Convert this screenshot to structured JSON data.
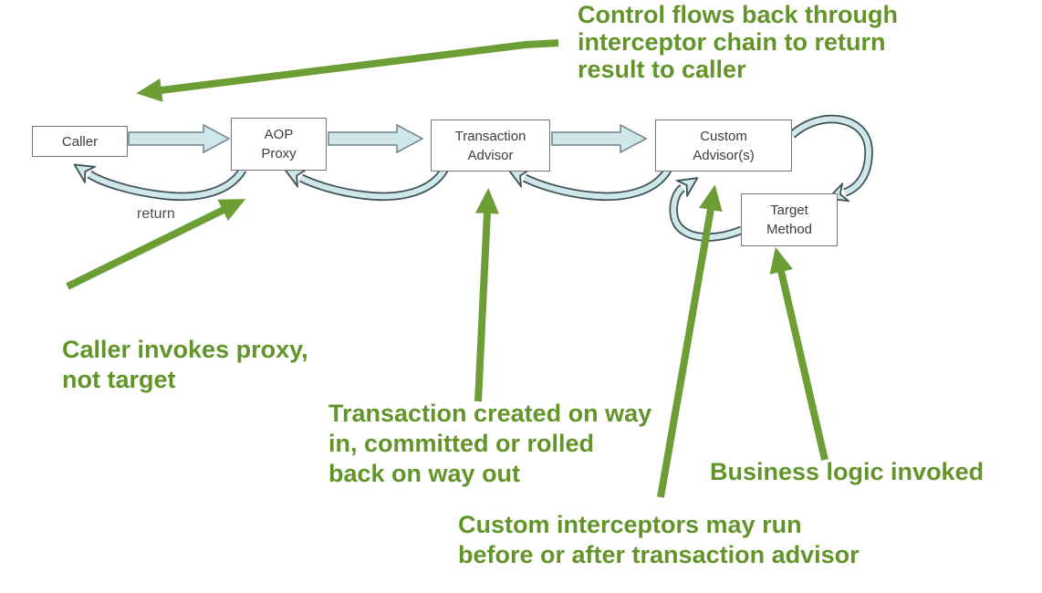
{
  "nodes": {
    "caller": {
      "lines": [
        "Caller"
      ]
    },
    "aop_proxy": {
      "lines": [
        "AOP",
        "Proxy"
      ]
    },
    "transaction_advisor": {
      "lines": [
        "Transaction",
        "Advisor"
      ]
    },
    "custom_advisors": {
      "lines": [
        "Custom",
        "Advisor(s)"
      ]
    },
    "target_method": {
      "lines": [
        "Target",
        "Method"
      ]
    }
  },
  "edge_labels": {
    "return_label": "return"
  },
  "annotations": {
    "control_flow": {
      "lines": [
        "Control flows back through",
        "interceptor chain to return",
        "result to caller"
      ]
    },
    "caller_invokes": {
      "lines": [
        "Caller invokes proxy,",
        "not target"
      ]
    },
    "transaction_created": {
      "lines": [
        "Transaction created on way",
        "in, committed or rolled",
        "back on way out"
      ]
    },
    "custom_interceptors": {
      "lines": [
        "Custom interceptors may run",
        "before or after transaction advisor"
      ]
    },
    "business_logic": {
      "lines": [
        "Business logic invoked"
      ]
    }
  },
  "colors": {
    "annotation_text_green": "#63942a",
    "annotation_arrow_green": "#6d9e36",
    "flow_arrow_fill": "#cfe7eb",
    "flow_arrow_outline": "#6e8285",
    "return_ribbon_fill": "#cde7eb",
    "return_ribbon_outline": "#3f5054",
    "node_border": "#757575",
    "node_text": "#3d3d3d",
    "return_label_text": "#4c4c4c",
    "background": "#ffffff"
  }
}
